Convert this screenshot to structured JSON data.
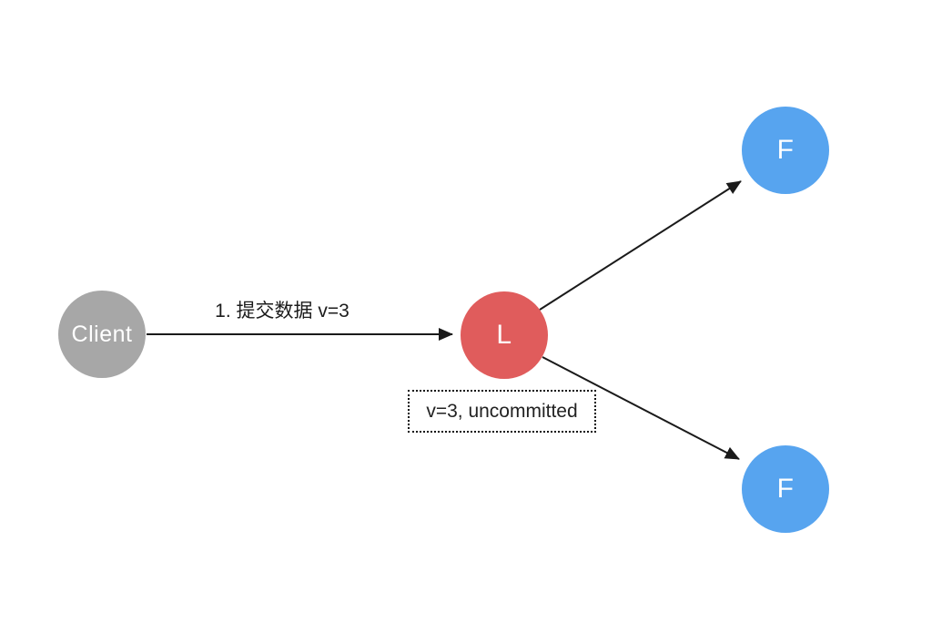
{
  "diagram": {
    "nodes": [
      {
        "id": "client",
        "label": "Client",
        "fill": "#a7a7a7",
        "text_color": "#ffffff"
      },
      {
        "id": "leader",
        "label": "L",
        "fill": "#e05c5c",
        "text_color": "#ffffff"
      },
      {
        "id": "follower_top",
        "label": "F",
        "fill": "#57a4ef",
        "text_color": "#ffffff"
      },
      {
        "id": "follower_bottom",
        "label": "F",
        "fill": "#57a4ef",
        "text_color": "#ffffff"
      }
    ],
    "edges": [
      {
        "from": "client",
        "to": "leader",
        "label": "1. 提交数据 v=3"
      },
      {
        "from": "leader",
        "to": "follower_top"
      },
      {
        "from": "leader",
        "to": "follower_bottom"
      }
    ],
    "annotation": {
      "text": "v=3, uncommitted"
    },
    "colors": {
      "background": "#ffffff",
      "client_fill": "#a7a7a7",
      "leader_fill": "#e05c5c",
      "follower_fill": "#57a4ef",
      "node_text": "#ffffff",
      "arrow": "#1a1a1a",
      "annotation_border": "#111111"
    }
  }
}
